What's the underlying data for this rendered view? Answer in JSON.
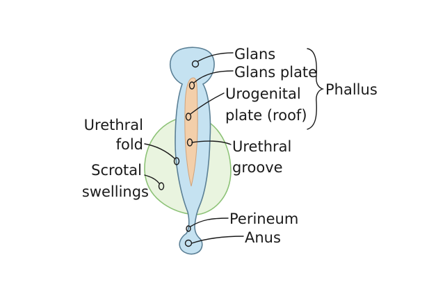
{
  "colors": {
    "glans_fill": "#cfe6f3",
    "body_fill": "#c5e2f1",
    "outline": "#5a7f95",
    "scrotal_fill": "#e9f4df",
    "scrotal_outline": "#8cc276",
    "plate_fill": "#f3cfaa",
    "ink": "#1a1a1a"
  },
  "labels": {
    "glans": "Glans",
    "glans_plate": "Glans plate",
    "urogenital_1": "Urogenital",
    "urogenital_2": "plate (roof)",
    "phallus": "Phallus",
    "urethral_fold_1": "Urethral",
    "urethral_fold_2": "fold",
    "urethral_groove_1": "Urethral",
    "urethral_groove_2": "groove",
    "scrotal_1": "Scrotal",
    "scrotal_2": "swellings",
    "perineum": "Perineum",
    "anus": "Anus"
  }
}
